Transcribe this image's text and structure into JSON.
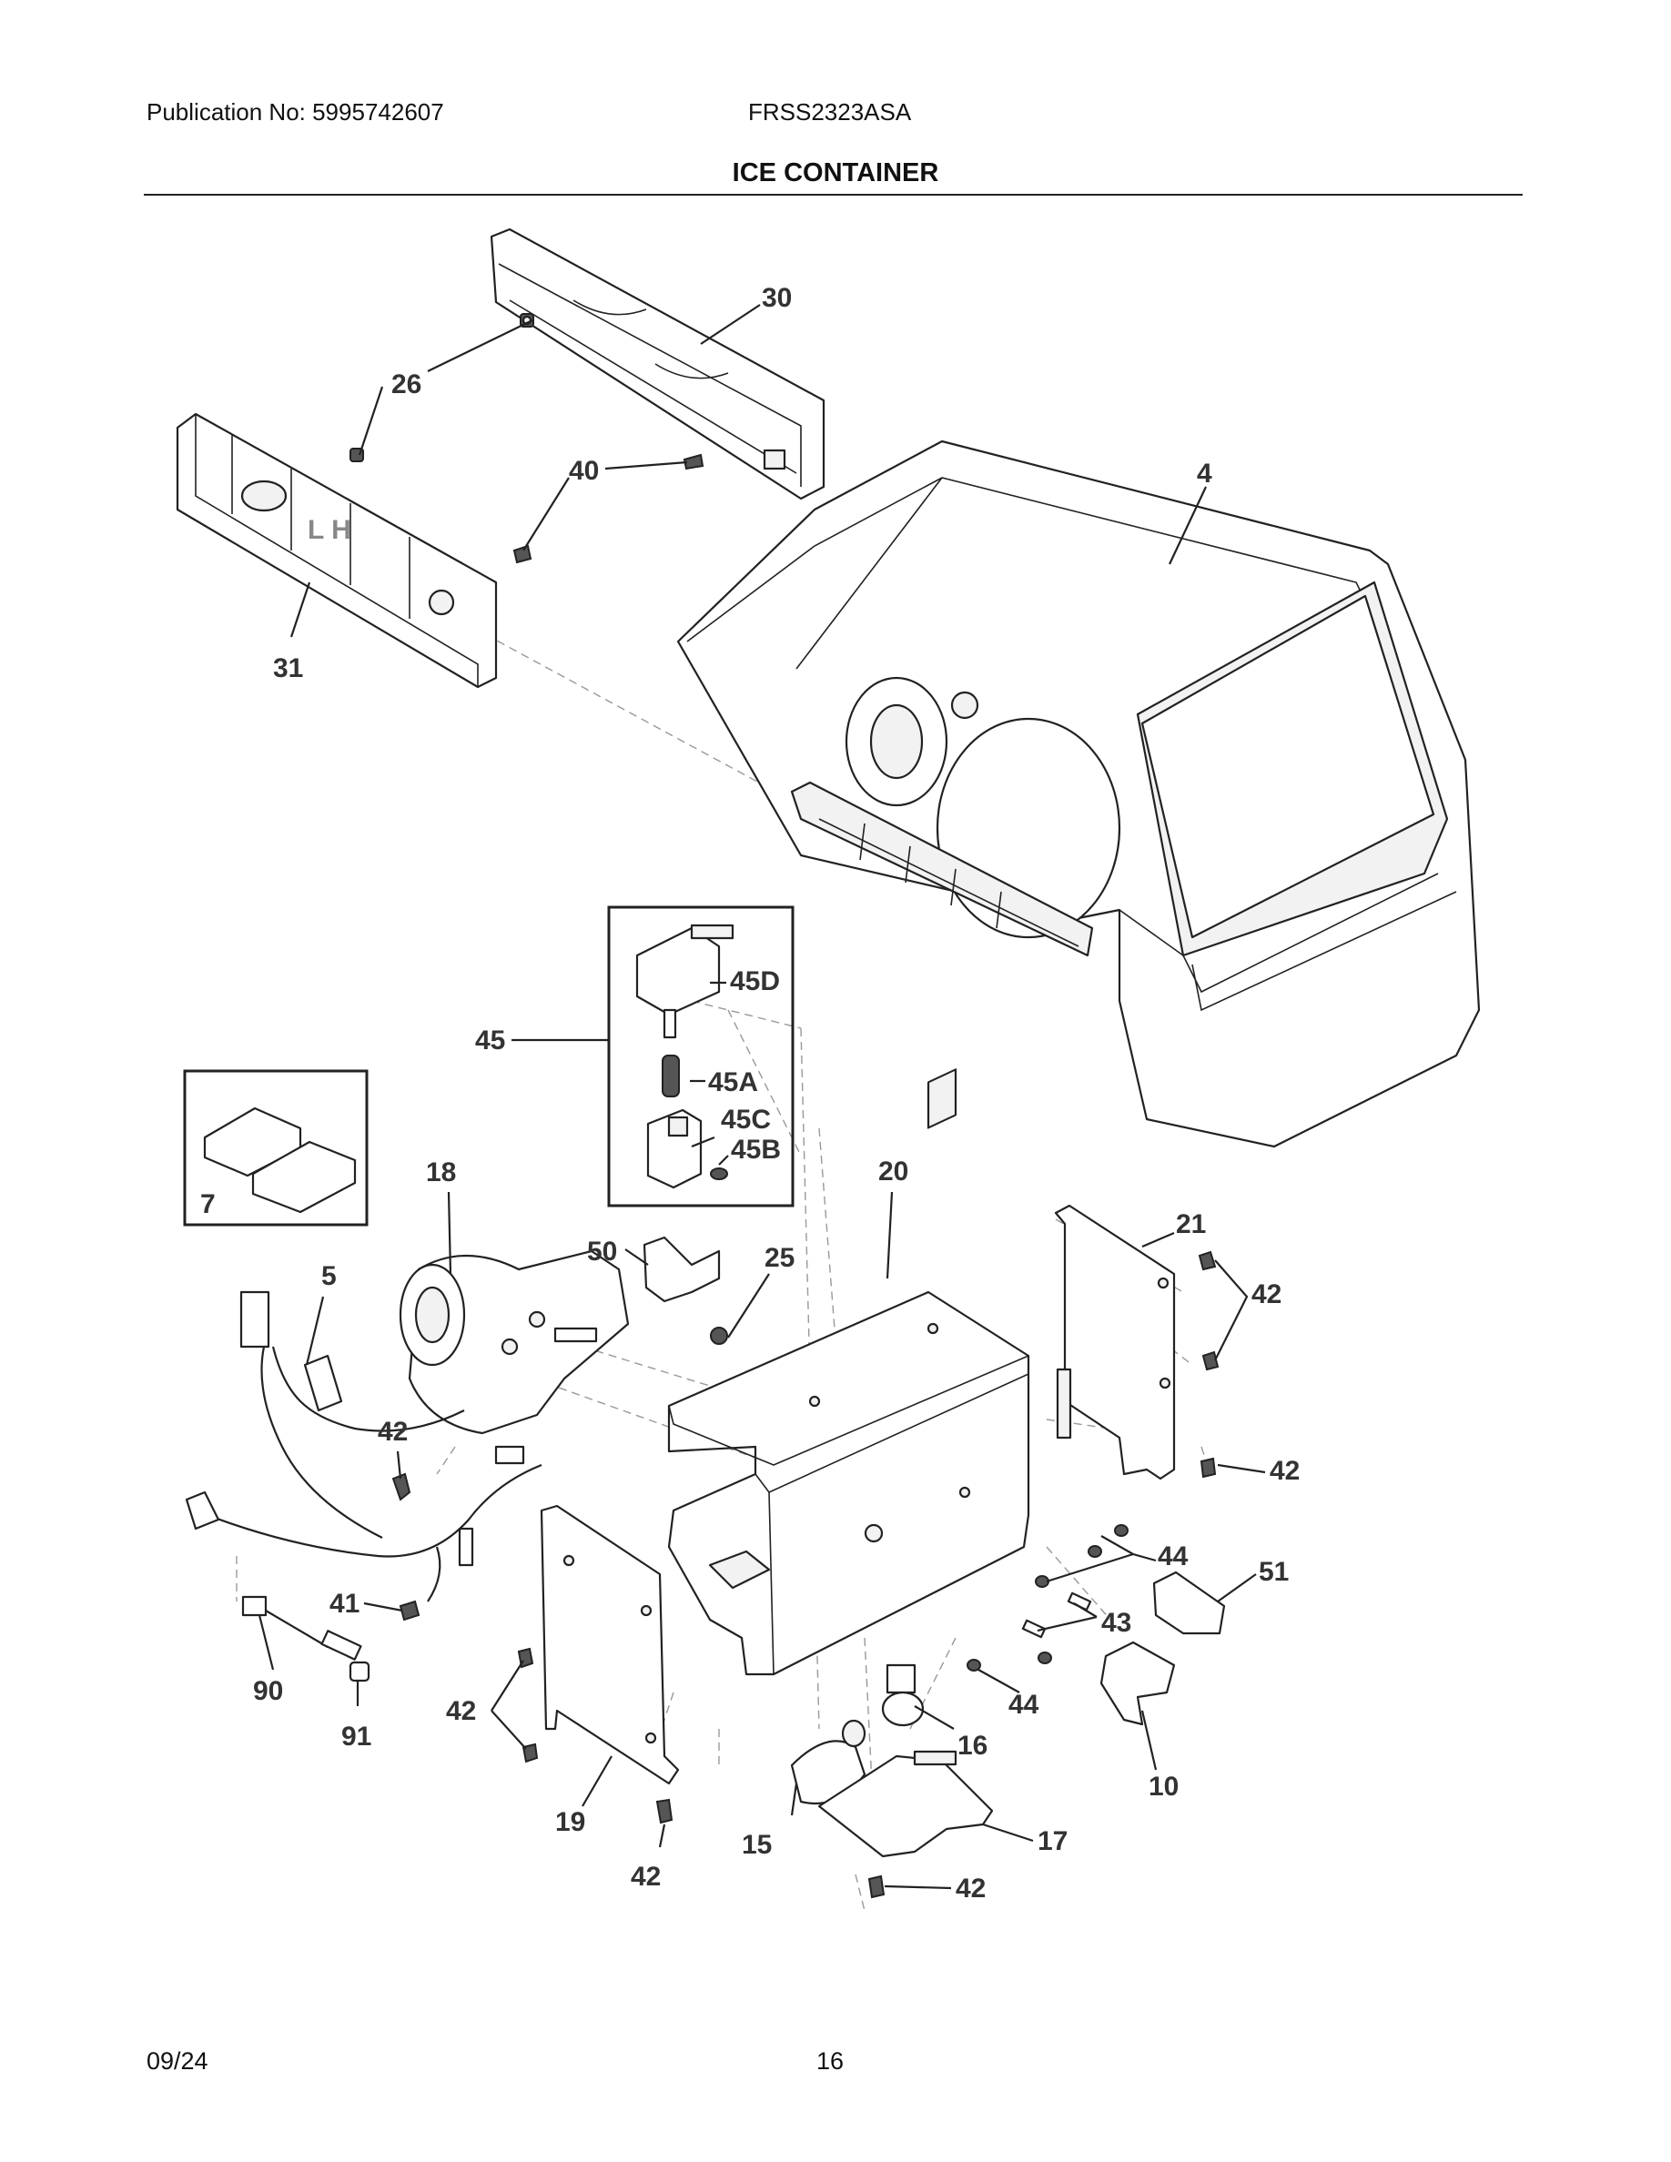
{
  "header": {
    "publication": "Publication No: 5995742607",
    "model": "FRSS2323ASA",
    "title": "ICE CONTAINER"
  },
  "footer": {
    "date": "09/24",
    "page": "16"
  },
  "callouts": [
    "30",
    "26",
    "40",
    "4",
    "31",
    "45D",
    "45",
    "45A",
    "45C",
    "45B",
    "7",
    "18",
    "20",
    "21",
    "42",
    "5",
    "50",
    "25",
    "42",
    "42",
    "44",
    "51",
    "41",
    "43",
    "90",
    "91",
    "42",
    "44",
    "16",
    "10",
    "19",
    "15",
    "17",
    "42",
    "42"
  ]
}
